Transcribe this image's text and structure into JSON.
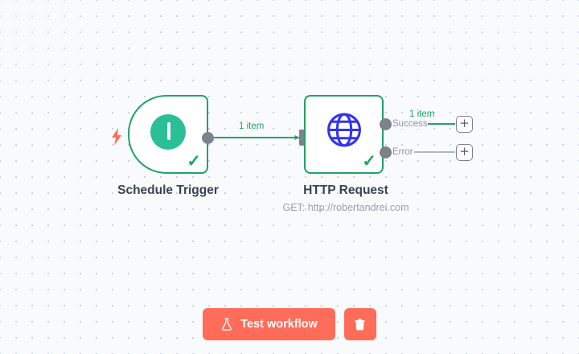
{
  "canvas": {
    "grid": "dot-grid",
    "background_color": "#f9fafc",
    "grid_dot_color": "#c9cfdd"
  },
  "colors": {
    "node_border_green": "#21a366",
    "trigger_icon_teal": "#2bbf98",
    "globe_blue": "#3333ee",
    "accent_coral": "#ff6d5a",
    "port_gray": "#7d818c",
    "title_text": "#3b4252",
    "subtitle_text": "#9aa1ae"
  },
  "nodes": [
    {
      "id": "schedule-trigger",
      "title": "Schedule Trigger",
      "subtitle": "",
      "icon": "clock-icon",
      "trigger_icon": "lightning-bolt-icon",
      "status_icon": "check-icon",
      "outputs": [
        {
          "label": "",
          "items_label": "1 item"
        }
      ]
    },
    {
      "id": "http-request",
      "title": "HTTP Request",
      "subtitle": "GET: http://robertandrei.com",
      "icon": "globe-icon",
      "status_icon": "check-icon",
      "outputs": [
        {
          "label": "Success",
          "items_label": "1 item"
        },
        {
          "label": "Error",
          "items_label": ""
        }
      ]
    }
  ],
  "connections": [
    {
      "from": "schedule-trigger",
      "to": "http-request",
      "label": "1 item",
      "color": "green"
    },
    {
      "from": "http-request.Success",
      "to": "add-node-success",
      "label": "1 item",
      "color": "green"
    },
    {
      "from": "http-request.Error",
      "to": "add-node-error",
      "label": "",
      "color": "gray"
    }
  ],
  "add_buttons": [
    {
      "id": "add-node-success",
      "glyph": "+"
    },
    {
      "id": "add-node-error",
      "glyph": "+"
    }
  ],
  "toolbar": {
    "test_label": "Test workflow",
    "test_icon": "flask-icon",
    "delete_icon": "trash-icon"
  }
}
